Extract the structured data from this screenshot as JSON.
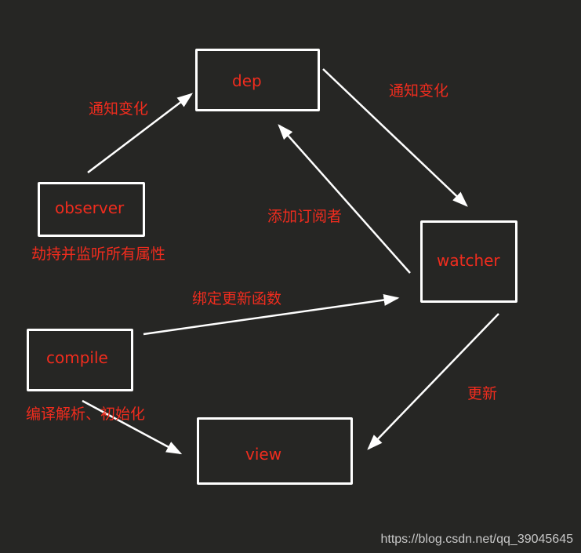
{
  "nodes": {
    "dep": "dep",
    "observer": "observer",
    "watcher": "watcher",
    "compile": "compile",
    "view": "view"
  },
  "edges": {
    "observer_to_dep": "通知变化",
    "dep_to_watcher": "通知变化",
    "watcher_to_dep": "添加订阅者",
    "compile_to_watcher": "绑定更新函数",
    "compile_to_view": "编译解析、初始化",
    "watcher_to_view": "更新"
  },
  "observer_caption": "劫持并监听所有属性",
  "watermark": "https://blog.csdn.net/qq_39045645",
  "colors": {
    "background": "#262624",
    "box_border": "#ffffff",
    "label": "#f02c1e",
    "arrow": "#ffffff"
  }
}
